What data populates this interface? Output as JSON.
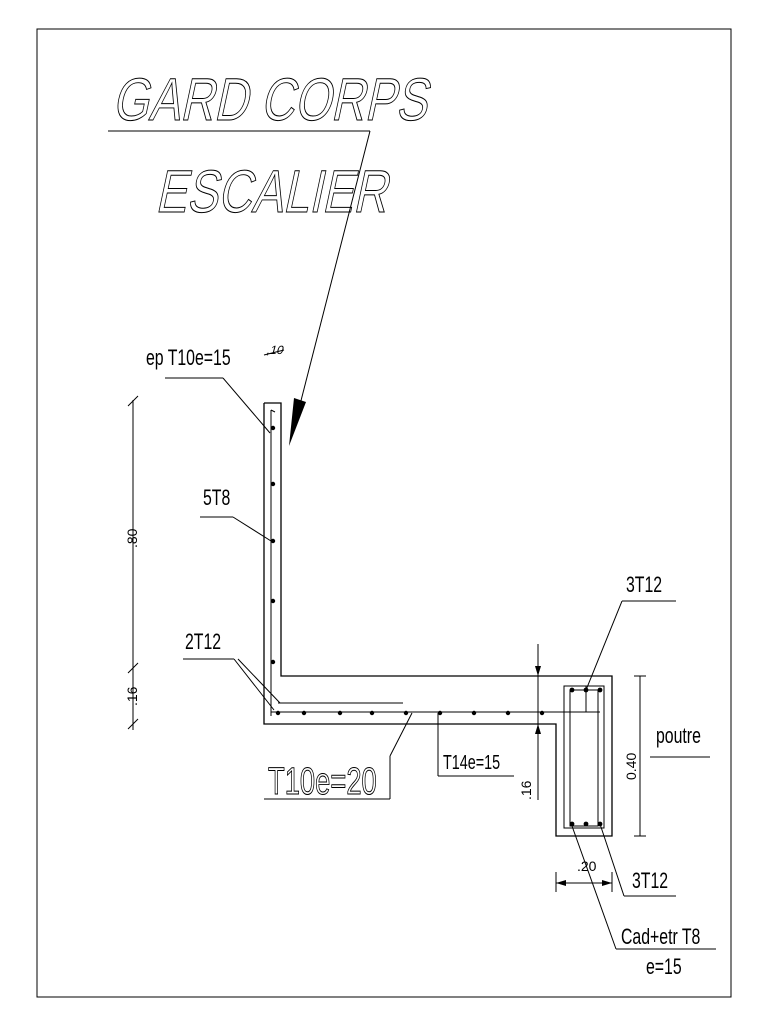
{
  "title": {
    "line1": "GARD CORPS",
    "line2": "ESCALIER"
  },
  "labels": {
    "ep_t10": "ep T10e=15",
    "ep_small": ",10",
    "t8": "5T8",
    "t12_left": "2T12",
    "t10_main": "T10e=20",
    "t14": "T14e=15",
    "t12_top": "3T12",
    "t12_bottom": "3T12",
    "poutre": "poutre",
    "cad_line1": "Cad+etr T8",
    "cad_line2": "e=15"
  },
  "dimensions": {
    "height_wall": ".80",
    "height_slab": ".16",
    "slab_thickness": ".16",
    "beam_height": "0.40",
    "beam_width": ".20"
  }
}
